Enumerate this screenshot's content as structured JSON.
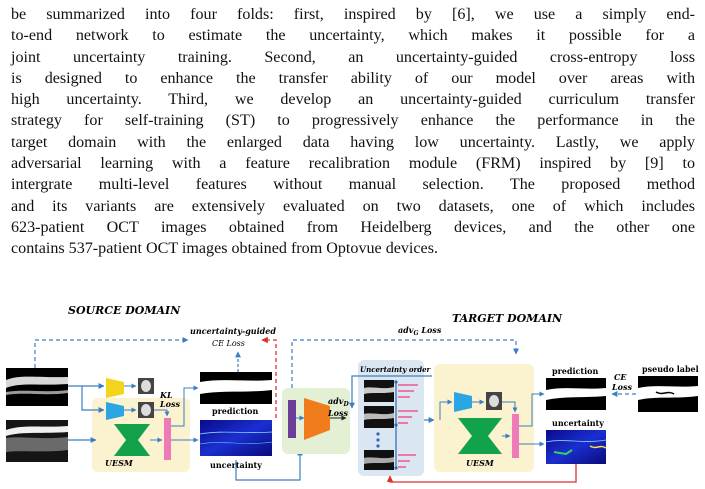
{
  "paragraph": {
    "lines": [
      "be summarized into four folds: first, inspired by [6], we use a simply end-",
      "to-end network to estimate the uncertainty, which makes it possible for a",
      "joint uncertainty training. Second, an uncertainty-guided cross-entropy loss",
      "is designed to enhance the transfer ability of our model over areas with",
      "high uncertainty. Third, we develop an uncertainty-guided curriculum transfer",
      "strategy for self-training (ST) to progressively enhance the performance in the",
      "target domain with the enlarged data having low uncertainty. Lastly, we apply",
      "adversarial learning with a feature recalibration module (FRM) inspired by [9] to",
      "intergrate multi-level features without manual selection. The proposed method",
      "and its variants are extensively evaluated on two datasets, one of which includes",
      "623-patient OCT images obtained from Heidelberg devices, and the other one",
      "contains 537-patient OCT images obtained from Optovue devices."
    ]
  },
  "figure": {
    "source_domain_label": "SOURCE   DOMAIN",
    "target_domain_label": "TARGET   DOMAIN",
    "uncertainty_guided_ce_loss": [
      "uncertainty-guided",
      "CE Loss"
    ],
    "advG_loss": {
      "main": "adv",
      "sub": "G",
      "suffix": " Loss"
    },
    "advD_loss": {
      "main": "adv",
      "sub": "D",
      "suffix": "Loss"
    },
    "kl_loss": [
      "KL",
      "Loss"
    ],
    "uesm_left": "UESM",
    "uesm_right": "UESM",
    "prediction_left": "prediction",
    "uncertainty_left": "uncertainty",
    "uncertainty_order": "Uncertainty order",
    "prediction_right": "prediction",
    "ce_loss_right": [
      "CE",
      "Loss"
    ],
    "pseudo_label": "pseudo label",
    "uncertainty_right": "uncertainty",
    "colors": {
      "yellow_encoder": "#f2d51c",
      "blue_block": "#2aa6e2",
      "green_hourglass": "#12a24b",
      "pink_bar": "#ee7ab8",
      "purple_bar": "#6b3d96",
      "orange_discriminator": "#f07c1b",
      "uesm_panel": "#fbf2cf",
      "disc_panel": "#e4f0d4",
      "order_panel": "#dbe6f3",
      "dashed_blue": "#3c7fc0",
      "dashed_red": "#e0302a"
    }
  }
}
